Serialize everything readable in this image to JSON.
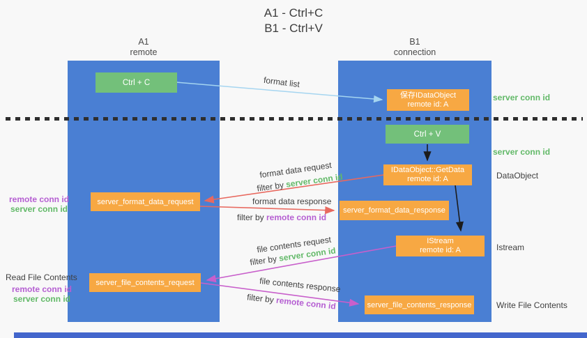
{
  "title": {
    "line1": "A1 - Ctrl+C",
    "line2": "B1 - Ctrl+V"
  },
  "columns": {
    "left": {
      "id": "A1",
      "name": "remote"
    },
    "right": {
      "id": "B1",
      "name": "connection"
    }
  },
  "nodes": {
    "ctrl_c": "Ctrl + C",
    "save_idataobject": {
      "line1": "保存IDataObject",
      "line2": "remote id: A"
    },
    "ctrl_v": "Ctrl + V",
    "getdata": {
      "line1": "IDataObject::GetData",
      "line2": "remote id: A"
    },
    "server_format_data_request": "server_format_data_request",
    "server_format_data_response": "server_format_data_response",
    "istream": {
      "line1": "IStream",
      "line2": "remote id: A"
    },
    "server_file_contents_request": "server_file_contents_request",
    "server_file_contents_response": "server_file_contents_response"
  },
  "side_labels": {
    "server_conn_id_top": "server conn id",
    "server_conn_id_mid": "server conn id",
    "dataobject": "DataObject",
    "istream": "Istream",
    "write_file_contents": "Write File Contents",
    "read_file_contents": "Read File Contents",
    "left_mid": {
      "remote": "remote conn id",
      "server": "server conn id"
    },
    "left_bottom": {
      "remote": "remote conn id",
      "server": "server conn id"
    }
  },
  "arrow_labels": {
    "format_list": "format list",
    "format_data_request": "format data request",
    "format_data_response": "format data response",
    "file_contents_request": "file contents request",
    "file_contents_response": "file contents response",
    "filter_prefix_1": "filter by ",
    "filter_value_1": "server conn id",
    "filter_prefix_2": "filter by ",
    "filter_value_2": "remote conn id",
    "filter_prefix_3": "filter by ",
    "filter_value_3": "server conn id",
    "filter_prefix_4": "filter by ",
    "filter_value_4": "remote conn id"
  },
  "colors": {
    "lifeline_blue": "#4a7fd3",
    "node_green": "#73c07a",
    "node_orange": "#f7a843",
    "arrow_light_blue": "#a5d5f0",
    "arrow_red": "#e8695f",
    "arrow_magenta": "#c85fcb",
    "arrow_black": "#1c1c1c",
    "text_green": "#62b968",
    "text_purple": "#b55fd2",
    "background": "#f8f8f8",
    "bottom_bar_blue": "#4366cc"
  }
}
